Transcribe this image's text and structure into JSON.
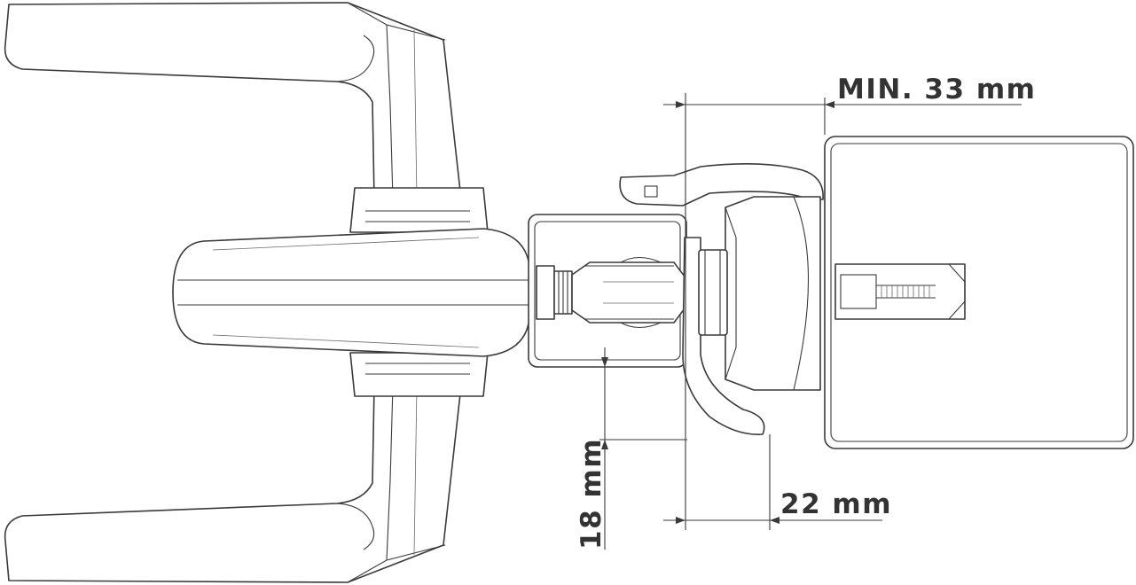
{
  "dimensions": {
    "min_gap": "MIN. 33 mm",
    "depth": "18 mm",
    "clearance": "22 mm"
  },
  "colors": {
    "line": "#3a3a3a",
    "background": "#ffffff",
    "text": "#333333"
  }
}
